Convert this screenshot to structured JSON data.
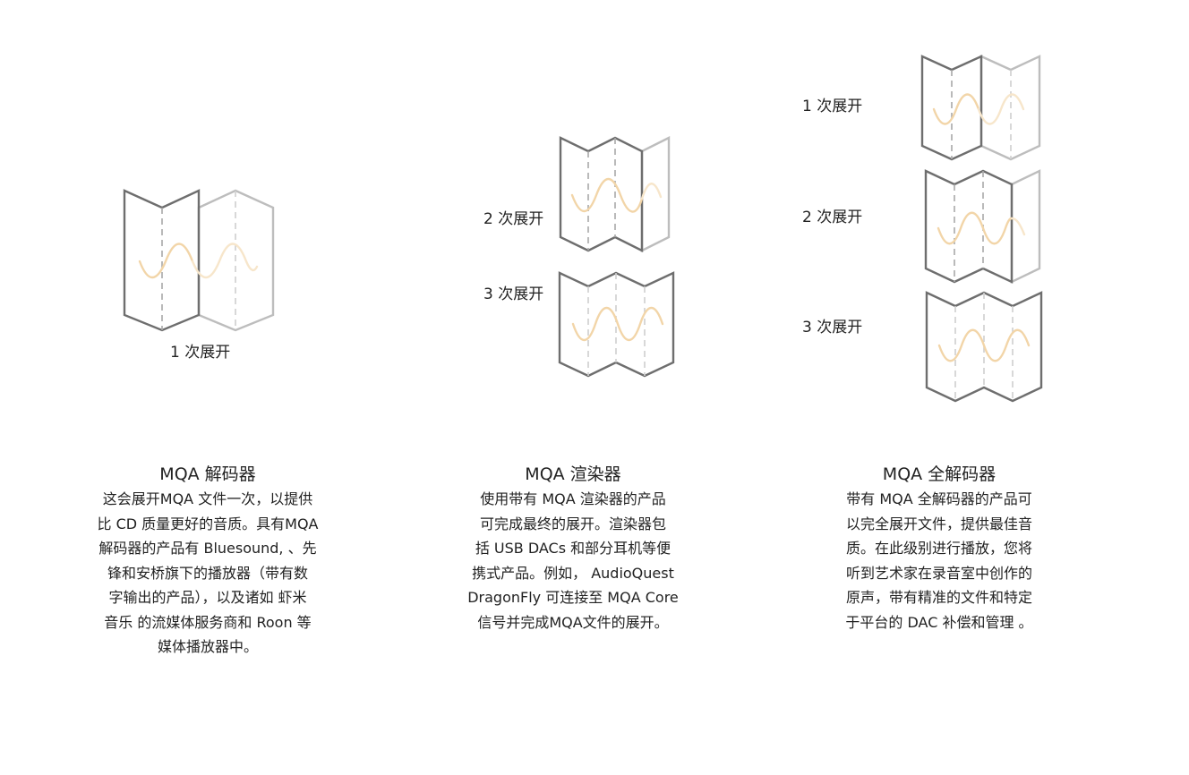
{
  "decoder": {
    "fold_label": "1 次展开",
    "title": "MQA 解码器",
    "lines": [
      "这会展开MQA 文件一次，以提供",
      "比 CD 质量更好的音质。具有MQA",
      "解码器的产品有  Bluesound, 、先",
      "锋和安桥旗下的播放器（带有数",
      "字输出的产品），以及诸如 虾米",
      "音乐 的流媒体服务商和 Roon 等",
      "媒体播放器中。"
    ]
  },
  "renderer": {
    "fold_labels": [
      "2 次展开",
      "3 次展开"
    ],
    "title": "MQA 渲染器",
    "lines": [
      "使用带有 MQA 渲染器的产品",
      "可完成最终的展开。渲染器包",
      "括 USB DACs 和部分耳机等便",
      "携式产品。例如， AudioQuest",
      "DragonFly 可连接至 MQA Core",
      "信号并完成MQA文件的展开。"
    ]
  },
  "full_decoder": {
    "fold_labels": [
      "1 次展开",
      "2 次展开",
      "3 次展开"
    ],
    "title": "MQA 全解码器",
    "lines": [
      "带有 MQA 全解码器的产品可",
      "以完全展开文件，提供最佳音",
      "质。在此级别进行播放，您将",
      "听到艺术家在录音室中创作的",
      "原声，带有精准的文件和特定",
      "于平台的 DAC 补偿和管理 。"
    ]
  },
  "colors": {
    "panel_dark": "#6e6e6e",
    "panel_light": "#bdbdbd",
    "wave": "#f2d5a8",
    "text": "#222222"
  }
}
